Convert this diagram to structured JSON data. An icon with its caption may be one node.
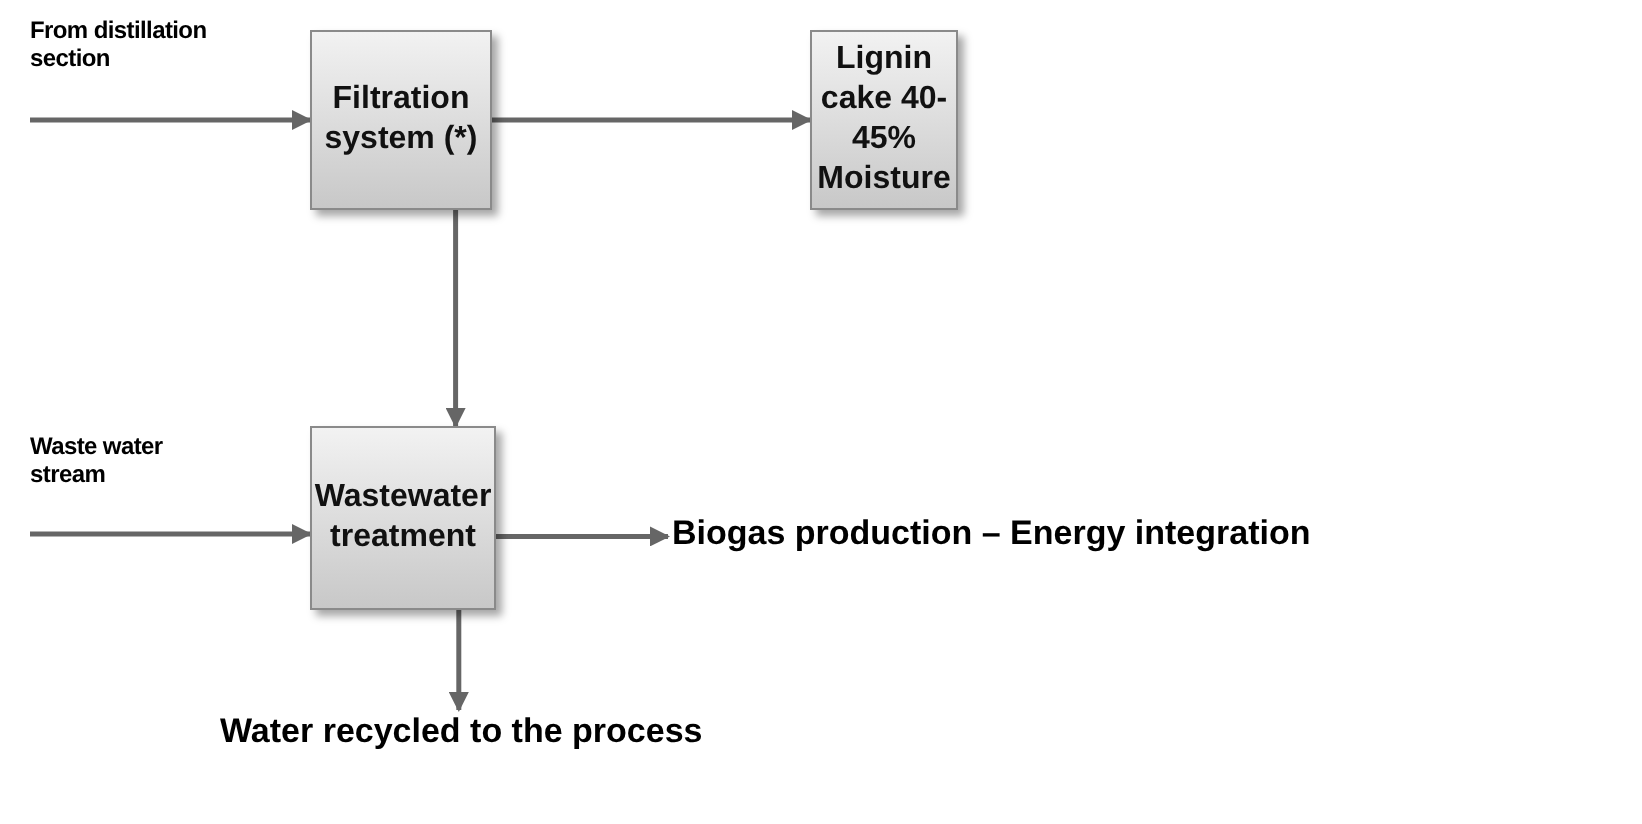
{
  "diagram": {
    "nodes": [
      {
        "text": [
          "From distillation section"
        ]
      },
      {
        "text": [
          "Filtration system (*)"
        ]
      },
      {
        "text": [
          "Lignin cake 40-45% Moisture"
        ]
      },
      {
        "text": [
          "Waste water stream"
        ]
      },
      {
        "text": [
          "Wastewater treatment"
        ]
      },
      {
        "text": [
          "Biogas production – Energy integration"
        ]
      },
      {
        "text": [
          "Water recycled to the process"
        ]
      }
    ],
    "edges": [
      {
        "from": 0,
        "to": 1,
        "arrow": "to"
      },
      {
        "from": 1,
        "to": 2,
        "arrow": "to"
      },
      {
        "from": 1,
        "to": 4,
        "arrow": "to"
      },
      {
        "from": 3,
        "to": 4,
        "arrow": "to"
      },
      {
        "from": 4,
        "to": 5,
        "arrow": "to"
      },
      {
        "from": 4,
        "to": 6,
        "arrow": "to"
      }
    ]
  }
}
